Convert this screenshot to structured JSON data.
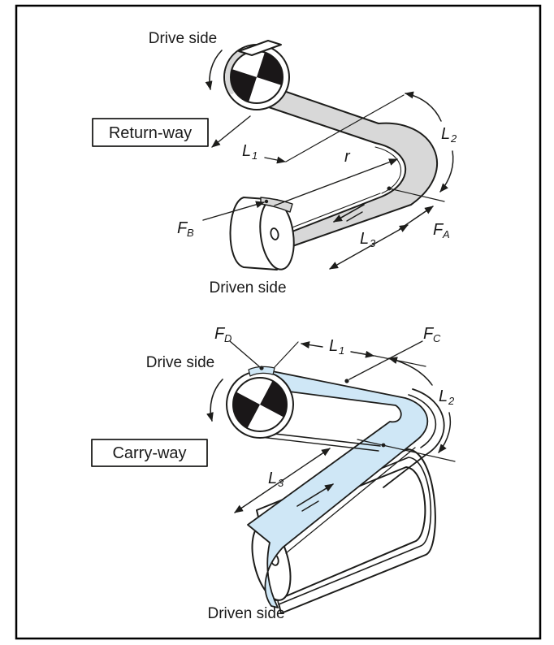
{
  "figure": {
    "description": "Conveyor belt tension diagram with return-way and carry-way views",
    "colors": {
      "belt_gray": "#d8d8d8",
      "belt_blue": "#cfe7f6",
      "line": "#1d1d1b",
      "background": "#ffffff"
    },
    "return_way": {
      "title": "Return-way",
      "drive_side": "Drive side",
      "driven_side": "Driven side",
      "labels": {
        "l1": {
          "main": "L",
          "sub": "1"
        },
        "l2": {
          "main": "L",
          "sub": "2"
        },
        "l3": {
          "main": "L",
          "sub": "3"
        },
        "r": "r",
        "fa": {
          "main": "F",
          "sub": "A"
        },
        "fb": {
          "main": "F",
          "sub": "B"
        }
      }
    },
    "carry_way": {
      "title": "Carry-way",
      "drive_side": "Drive side",
      "driven_side": "Driven side",
      "labels": {
        "l1": {
          "main": "L",
          "sub": "1"
        },
        "l2": {
          "main": "L",
          "sub": "2"
        },
        "l3": {
          "main": "L",
          "sub": "3"
        },
        "fc": {
          "main": "F",
          "sub": "C"
        },
        "fd": {
          "main": "F",
          "sub": "D"
        }
      }
    }
  }
}
